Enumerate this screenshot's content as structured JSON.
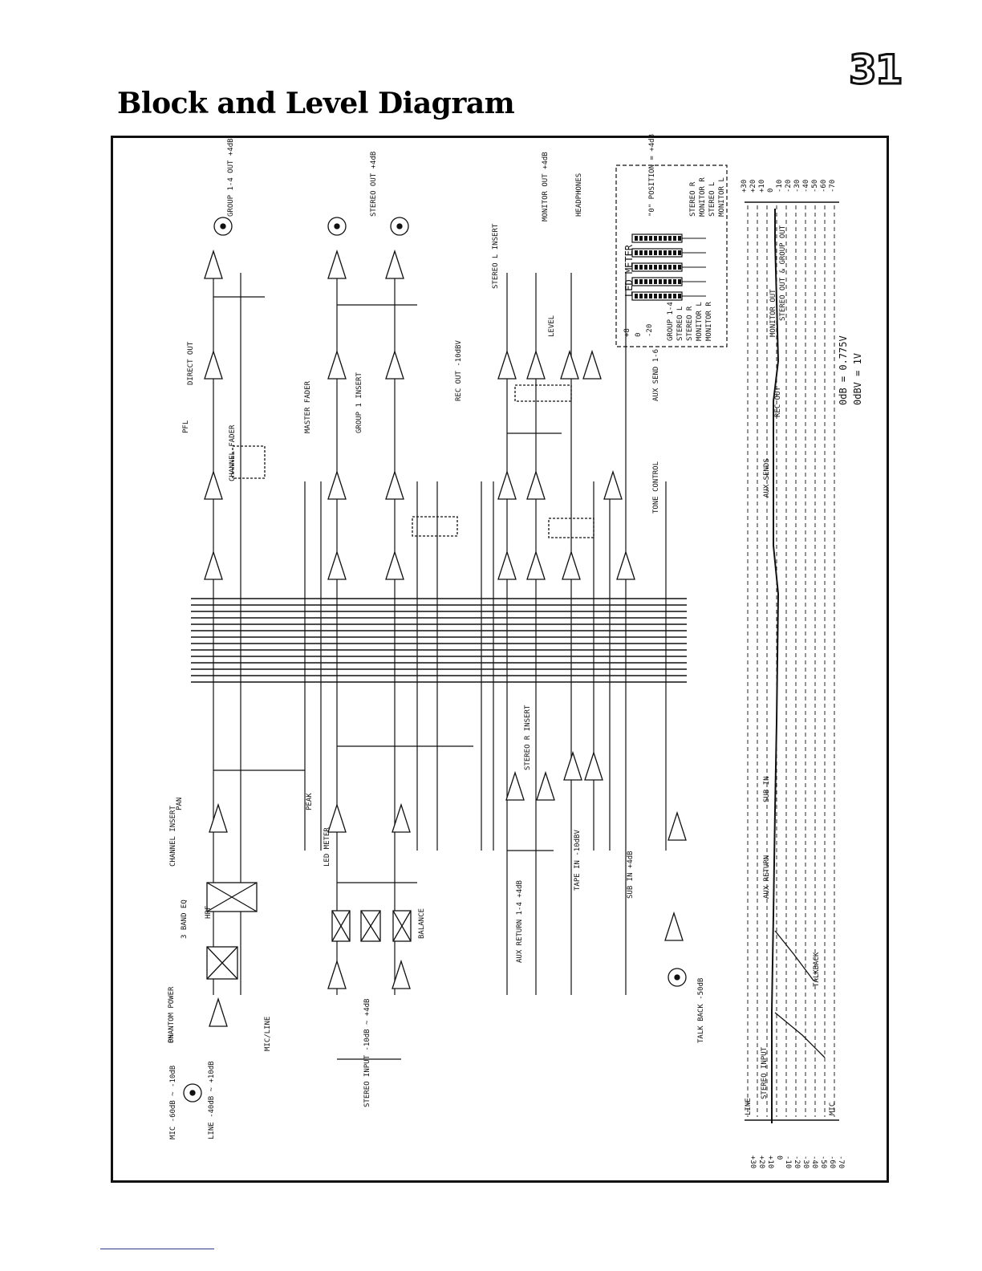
{
  "page": {
    "number": "31",
    "title": "Block and Level Diagram"
  },
  "diagram": {
    "led_meter": {
      "title": "LED METER",
      "scale": [
        "+8",
        "0",
        "-20"
      ],
      "channels": [
        "GROUP 1-4",
        "STEREO L",
        "STEREO R",
        "MONITOR L",
        "MONITOR R"
      ],
      "positions": [
        "STEREO R",
        "MONITOR R",
        "STEREO L",
        "MONITOR L"
      ],
      "zero_position": "\"0\" POSITION = +4dB"
    },
    "reference": {
      "line1": "0dB = 0.775V",
      "line2": "0dBV = 1V"
    },
    "outputs": [
      "GROUP 1-4 OUT +4dB",
      "STEREO OUT +4dB",
      "MONITOR OUT +4dB",
      "HEADPHONES",
      "REC OUT -10dBV",
      "AUX SEND 1-6"
    ],
    "inputs": [
      "MIC -60dB ~ -10dB",
      "LINE -40dB ~ +10dB",
      "STEREO INPUT -10dB ~ +4dB",
      "AUX RETURN 1-4 +4dB",
      "TAPE IN -10dBV",
      "SUB IN +4dB",
      "TALK BACK -50dB"
    ],
    "blocks": [
      "PHANTOM POWER",
      "MIC/LINE",
      "HPF",
      "3 BAND EQ",
      "CHANNEL INSERT",
      "CHANNEL FADER",
      "PAN",
      "PEAK",
      "DIRECT OUT",
      "PFL",
      "MASTER FADER",
      "GROUP 1 INSERT",
      "STEREO L INSERT",
      "STEREO R INSERT",
      "LED METER",
      "BALANCE",
      "LEVEL",
      "TONE CONTROL",
      "ON"
    ],
    "level_scale": [
      "+30",
      "+20",
      "+10",
      "0",
      "-10",
      "-20",
      "-30",
      "-40",
      "-50",
      "-60",
      "-70"
    ],
    "level_labels": [
      "LINE",
      "STEREO INPUT",
      "MIC",
      "TALKBACK",
      "AUX RETURN",
      "SUB IN",
      "AUX SENDS",
      "REC OUT",
      "MONITOR OUT",
      "STEREO OUT & GROUP OUT"
    ]
  }
}
